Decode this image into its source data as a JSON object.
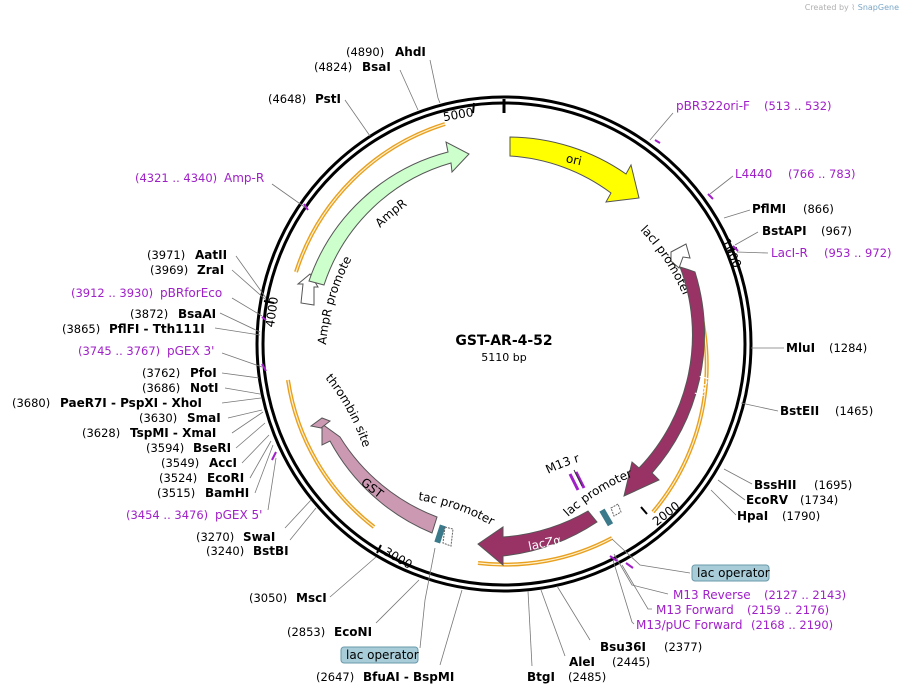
{
  "credit": {
    "prefix": "Created by",
    "brand": "SnapGene"
  },
  "plasmid": {
    "name": "GST-AR-4-52",
    "length_label": "5110 bp"
  },
  "ticks": [
    "1000",
    "2000",
    "3000",
    "4000",
    "5000"
  ],
  "features": {
    "ori": "ori",
    "lacI": "lacI",
    "lacI_promoter": "lacI promoter",
    "lacZa": "lacZα",
    "lac_promoter": "lac promoter",
    "M13rev": "M13 rev",
    "tac_promoter": "tac promoter",
    "GST": "GST",
    "thrombin": "thrombin site",
    "AmpR": "AmpR",
    "AmpR_promoter": "AmpR promoter"
  },
  "sites": [
    {
      "name": "AhdI",
      "pos": "(4890)"
    },
    {
      "name": "BsaI",
      "pos": "(4824)"
    },
    {
      "name": "PstI",
      "pos": "(4648)"
    },
    {
      "name": "PflMI",
      "pos": "(866)"
    },
    {
      "name": "BstAPI",
      "pos": "(967)"
    },
    {
      "name": "MluI",
      "pos": "(1284)"
    },
    {
      "name": "BstEII",
      "pos": "(1465)"
    },
    {
      "name": "BssHII",
      "pos": "(1695)"
    },
    {
      "name": "EcoRV",
      "pos": "(1734)"
    },
    {
      "name": "HpaI",
      "pos": "(1790)"
    },
    {
      "name": "Bsu36I",
      "pos": "(2377)"
    },
    {
      "name": "AleI",
      "pos": "(2445)"
    },
    {
      "name": "BtgI",
      "pos": "(2485)"
    },
    {
      "name": "BfuAI - BspMI",
      "pos": "(2647)"
    },
    {
      "name": "EcoNI",
      "pos": "(2853)"
    },
    {
      "name": "MscI",
      "pos": "(3050)"
    },
    {
      "name": "BstBI",
      "pos": "(3240)"
    },
    {
      "name": "SwaI",
      "pos": "(3270)"
    },
    {
      "name": "BamHI",
      "pos": "(3515)"
    },
    {
      "name": "EcoRI",
      "pos": "(3524)"
    },
    {
      "name": "AccI",
      "pos": "(3549)"
    },
    {
      "name": "BseRI",
      "pos": "(3594)"
    },
    {
      "name": "TspMI - XmaI",
      "pos": "(3628)"
    },
    {
      "name": "SmaI",
      "pos": "(3630)"
    },
    {
      "name": "PaeR7I - PspXI - XhoI",
      "pos": "(3680)"
    },
    {
      "name": "NotI",
      "pos": "(3686)"
    },
    {
      "name": "PfoI",
      "pos": "(3762)"
    },
    {
      "name": "PflFI - Tth111I",
      "pos": "(3865)"
    },
    {
      "name": "BsaAI",
      "pos": "(3872)"
    },
    {
      "name": "ZraI",
      "pos": "(3969)"
    },
    {
      "name": "AatII",
      "pos": "(3971)"
    }
  ],
  "primers": [
    {
      "name": "pBR322ori-F",
      "range": "(513 .. 532)"
    },
    {
      "name": "L4440",
      "range": "(766 .. 783)"
    },
    {
      "name": "LacI-R",
      "range": "(953 .. 972)"
    },
    {
      "name": "M13 Reverse",
      "range": "(2127 .. 2143)"
    },
    {
      "name": "M13 Forward",
      "range": "(2159 .. 2176)"
    },
    {
      "name": "M13/pUC Forward",
      "range": "(2168 .. 2190)"
    },
    {
      "name": "pGEX 5'",
      "range": "(3454 .. 3476)"
    },
    {
      "name": "pGEX 3'",
      "range": "(3745 .. 3767)"
    },
    {
      "name": "pBRforEco",
      "range": "(3912 .. 3930)"
    },
    {
      "name": "Amp-R",
      "range": "(4321 .. 4340)"
    }
  ],
  "operators": [
    {
      "name": "lac operator"
    },
    {
      "name": "lac operator"
    }
  ],
  "colors": {
    "ori": "#ffff00",
    "lacI": "#993366",
    "GST": "#cc99b3",
    "thrombin": "#cc99b3",
    "AmpR": "#ccffcc",
    "primer": "#a020c8",
    "operator_fill": "#a8ccd8",
    "orf_arc": "#e8a020",
    "promoter": "#ffffff"
  }
}
